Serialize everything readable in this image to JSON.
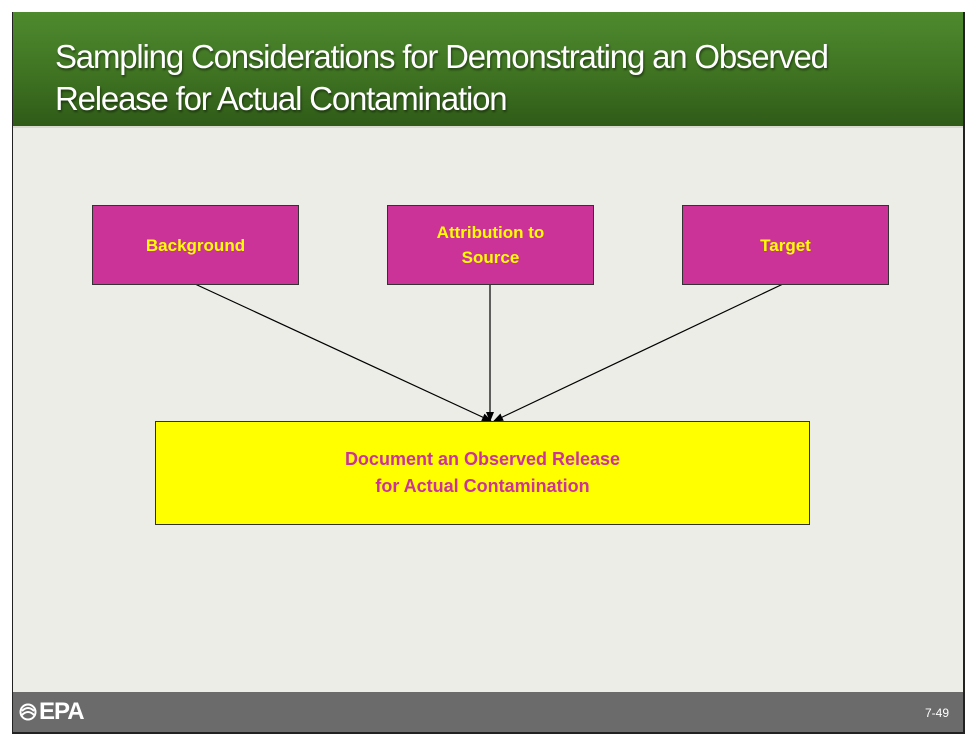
{
  "slide": {
    "title_line1": "Sampling Considerations for Demonstrating an Observed",
    "title_line2": "Release for Actual Contamination"
  },
  "diagram": {
    "boxes": [
      {
        "id": "background",
        "lines": [
          "Background"
        ]
      },
      {
        "id": "attribution",
        "lines": [
          "Attribution to",
          "Source"
        ]
      },
      {
        "id": "target",
        "lines": [
          "Target"
        ]
      },
      {
        "id": "document",
        "lines": [
          "Document an Observed Release",
          "for Actual Contamination"
        ]
      }
    ],
    "edges": [
      {
        "from": "background",
        "to": "document"
      },
      {
        "from": "attribution",
        "to": "document"
      },
      {
        "from": "target",
        "to": "document"
      }
    ],
    "colors": {
      "top_box_fill": "#cc3399",
      "top_box_text": "#ffff00",
      "bottom_box_fill": "#ffff00",
      "bottom_box_text": "#cc3399",
      "header_green": "#3f7322",
      "footer_gray": "#6b6b6b"
    }
  },
  "footer": {
    "logo_text": "EPA",
    "logo_icon": "epa-flower-icon",
    "page_number": "7-49"
  }
}
